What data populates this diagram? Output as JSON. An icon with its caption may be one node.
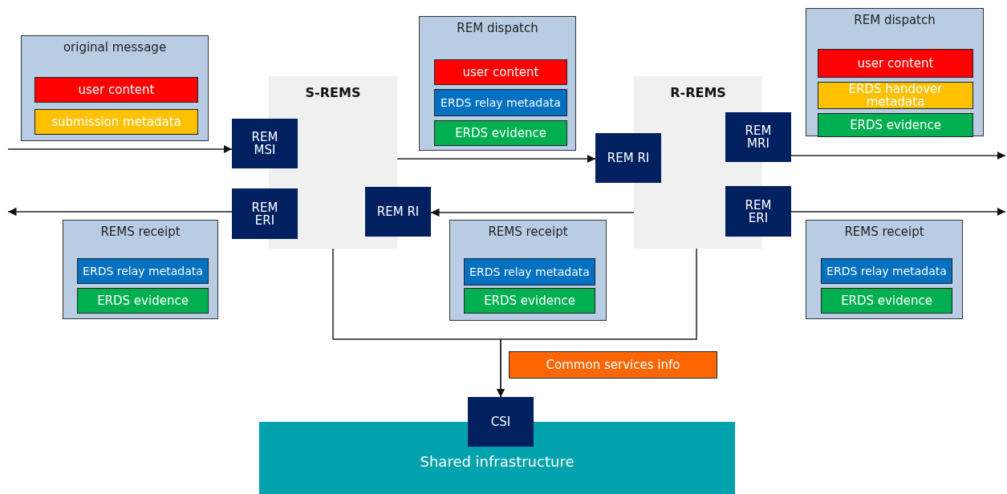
{
  "diagram": {
    "nodes": [
      {
        "text": [
          "original message"
        ]
      },
      {
        "text": [
          "user content"
        ],
        "in": 0
      },
      {
        "text": [
          "submission metadata"
        ],
        "in": 0
      },
      {
        "text": [
          "S-REMS"
        ]
      },
      {
        "text": [
          "REM MSI"
        ]
      },
      {
        "text": [
          "REM ERI"
        ]
      },
      {
        "text": [
          "REM RI"
        ]
      },
      {
        "text": [
          "REM dispatch"
        ]
      },
      {
        "text": [
          "user content"
        ],
        "in": 7
      },
      {
        "text": [
          "ERDS relay metadata"
        ],
        "in": 7
      },
      {
        "text": [
          "ERDS evidence"
        ],
        "in": 7
      },
      {
        "text": [
          "R-REMS"
        ]
      },
      {
        "text": [
          "REM RI"
        ]
      },
      {
        "text": [
          "REM MRI"
        ]
      },
      {
        "text": [
          "REM ERI"
        ]
      },
      {
        "text": [
          "REM dispatch"
        ]
      },
      {
        "text": [
          "user content"
        ],
        "in": 15
      },
      {
        "text": [
          "ERDS handover metadata"
        ],
        "in": 15
      },
      {
        "text": [
          "ERDS evidence"
        ],
        "in": 15
      },
      {
        "text": [
          "REMS receipt"
        ]
      },
      {
        "text": [
          "ERDS relay metadata"
        ],
        "in": 19
      },
      {
        "text": [
          "ERDS evidence"
        ],
        "in": 19
      },
      {
        "text": [
          "REMS receipt"
        ]
      },
      {
        "text": [
          "ERDS relay metadata"
        ],
        "in": 22
      },
      {
        "text": [
          "ERDS evidence"
        ],
        "in": 22
      },
      {
        "text": [
          "REMS receipt"
        ]
      },
      {
        "text": [
          "ERDS relay metadata"
        ],
        "in": 25
      },
      {
        "text": [
          "ERDS evidence"
        ],
        "in": 25
      },
      {
        "text": [
          "Common services info"
        ]
      },
      {
        "text": [
          "Shared infrastructure"
        ]
      },
      {
        "text": [
          "CSI"
        ]
      }
    ],
    "edges": [
      {
        "from": null,
        "to": 4,
        "arrow": "to"
      },
      {
        "from": 5,
        "to": null,
        "arrow": "to"
      },
      {
        "from": 3,
        "to": 12,
        "arrow": "to"
      },
      {
        "from": 11,
        "to": 6,
        "arrow": "to"
      },
      {
        "from": 13,
        "to": null,
        "arrow": "to"
      },
      {
        "from": 14,
        "to": null,
        "arrow": "to"
      },
      {
        "from": 3,
        "to": 30,
        "arrow": "to"
      },
      {
        "from": 11,
        "to": 30,
        "arrow": "to"
      }
    ]
  }
}
